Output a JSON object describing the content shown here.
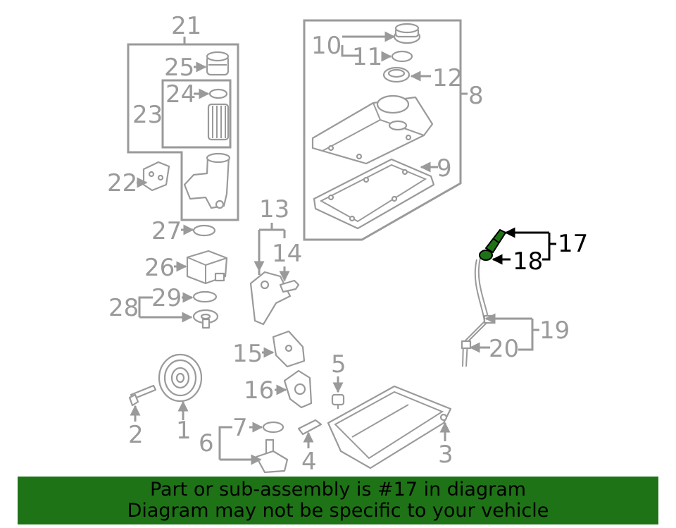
{
  "callouts": {
    "c1": "1",
    "c2": "2",
    "c3": "3",
    "c4": "4",
    "c5": "5",
    "c6": "6",
    "c7": "7",
    "c8": "8",
    "c9": "9",
    "c10": "10",
    "c11": "11",
    "c12": "12",
    "c13": "13",
    "c14": "14",
    "c15": "15",
    "c16": "16",
    "c17": "17",
    "c18": "18",
    "c19": "19",
    "c20": "20",
    "c21": "21",
    "c22": "22",
    "c23": "23",
    "c24": "24",
    "c25": "25",
    "c26": "26",
    "c27": "27",
    "c28": "28",
    "c29": "29"
  },
  "highlighted_parts": [
    "17",
    "18"
  ],
  "colors": {
    "line_gray": "#9a9a9a",
    "highlight": "#000000",
    "part_green": "#1e7316",
    "banner_bg": "#1e7316"
  },
  "footer": {
    "line1": "Part or sub-assembly is #17 in diagram",
    "line2": "Diagram may not be specific to your vehicle"
  }
}
